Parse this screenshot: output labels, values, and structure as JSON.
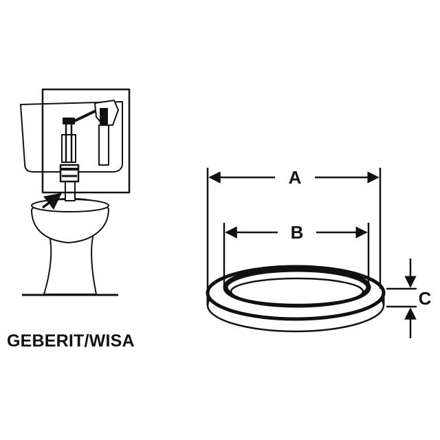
{
  "brand": "GEBERIT/WISA",
  "dimensions": {
    "outer_diameter": "A",
    "inner_diameter": "B",
    "thickness": "C"
  },
  "colors": {
    "ink": "#111111",
    "background": "#ffffff"
  },
  "icons": [
    "toilet-icon",
    "seal-ring-icon",
    "arrow-icon"
  ]
}
